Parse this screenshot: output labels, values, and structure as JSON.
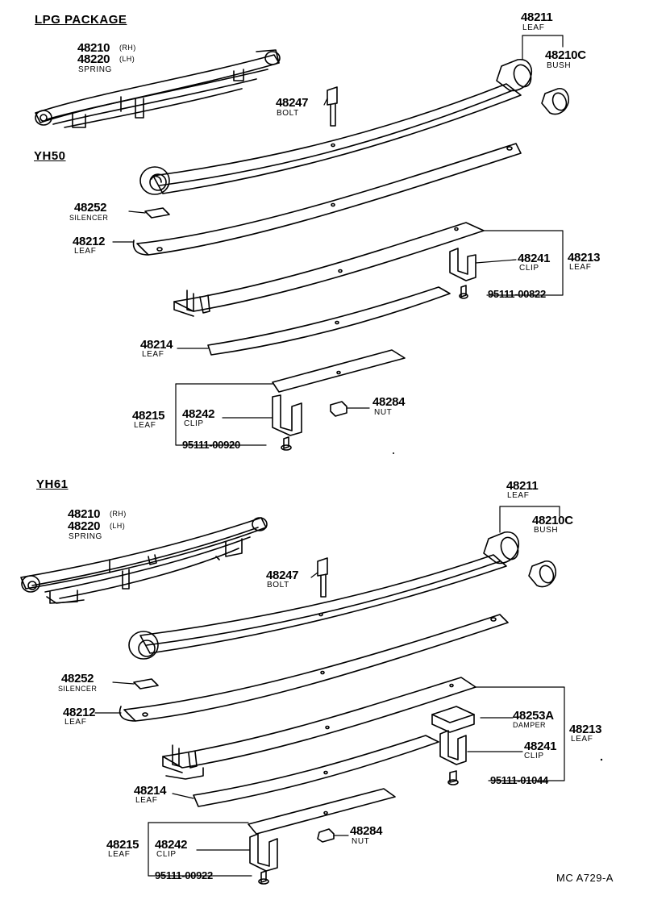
{
  "headings": {
    "lpg": "LPG PACKAGE",
    "yh50": "YH50",
    "yh61": "YH61"
  },
  "lpg": {
    "spring_pn_rh": "48210",
    "spring_pn_lh": "48220",
    "rh": "(RH)",
    "lh": "(LH)",
    "spring_label": "SPRING"
  },
  "yh50": {
    "leaf1_pn": "48211",
    "leaf1_label": "LEAF",
    "bush_pn": "48210C",
    "bush_label": "BUSH",
    "bolt_pn": "48247",
    "bolt_label": "BOLT",
    "silencer_pn": "48252",
    "silencer_label": "SILENCER",
    "leaf2_pn": "48212",
    "leaf2_label": "LEAF",
    "clip1_pn": "48241",
    "clip1_label": "CLIP",
    "leaf3_pn": "48213",
    "leaf3_label": "LEAF",
    "screw1_pn": "95111-00822",
    "leaf4_pn": "48214",
    "leaf4_label": "LEAF",
    "leaf5_pn": "48215",
    "leaf5_label": "LEAF",
    "clip2_pn": "48242",
    "clip2_label": "CLIP",
    "nut_pn": "48284",
    "nut_label": "NUT",
    "screw2_pn": "95111-00920"
  },
  "yh61": {
    "spring_pn_rh": "48210",
    "spring_pn_lh": "48220",
    "rh": "(RH)",
    "lh": "(LH)",
    "spring_label": "SPRING",
    "leaf1_pn": "48211",
    "leaf1_label": "LEAF",
    "bush_pn": "48210C",
    "bush_label": "BUSH",
    "bolt_pn": "48247",
    "bolt_label": "BOLT",
    "silencer_pn": "48252",
    "silencer_label": "SILENCER",
    "leaf2_pn": "48212",
    "leaf2_label": "LEAF",
    "damper_pn": "48253A",
    "damper_label": "DAMPER",
    "leaf3_pn": "48213",
    "leaf3_label": "LEAF",
    "clip1_pn": "48241",
    "clip1_label": "CLIP",
    "screw1_pn": "95111-01044",
    "leaf4_pn": "48214",
    "leaf4_label": "LEAF",
    "leaf5_pn": "48215",
    "leaf5_label": "LEAF",
    "clip2_pn": "48242",
    "clip2_label": "CLIP",
    "nut_pn": "48284",
    "nut_label": "NUT",
    "screw2_pn": "95111-00922"
  },
  "footer": {
    "code": "MC  A729-A"
  }
}
